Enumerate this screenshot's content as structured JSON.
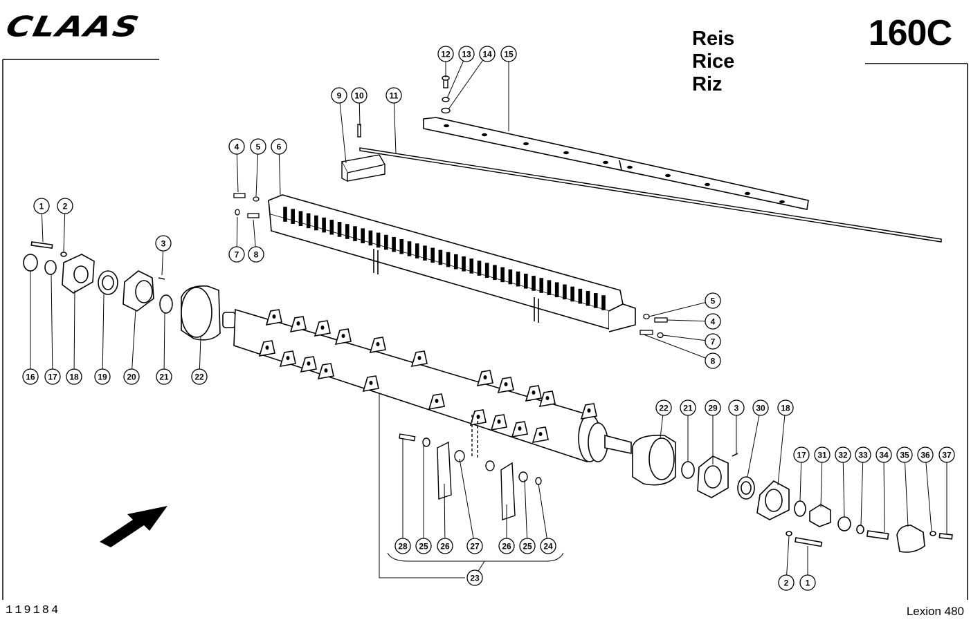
{
  "header": {
    "brand": "CLAAS",
    "group_code": "160C",
    "languages": [
      "Reis",
      "Rice",
      "Riz"
    ]
  },
  "footer": {
    "document_number": "119184",
    "model": "Lexion 480"
  },
  "callouts": [
    {
      "id": "c12",
      "label": "12"
    },
    {
      "id": "c13",
      "label": "13"
    },
    {
      "id": "c14",
      "label": "14"
    },
    {
      "id": "c15",
      "label": "15"
    },
    {
      "id": "c9",
      "label": "9"
    },
    {
      "id": "c10",
      "label": "10"
    },
    {
      "id": "c11",
      "label": "11"
    },
    {
      "id": "c4a",
      "label": "4"
    },
    {
      "id": "c5a",
      "label": "5"
    },
    {
      "id": "c6",
      "label": "6"
    },
    {
      "id": "c7a",
      "label": "7"
    },
    {
      "id": "c8a",
      "label": "8"
    },
    {
      "id": "c1a",
      "label": "1"
    },
    {
      "id": "c2a",
      "label": "2"
    },
    {
      "id": "c3a",
      "label": "3"
    },
    {
      "id": "c16",
      "label": "16"
    },
    {
      "id": "c17a",
      "label": "17"
    },
    {
      "id": "c18a",
      "label": "18"
    },
    {
      "id": "c19",
      "label": "19"
    },
    {
      "id": "c20",
      "label": "20"
    },
    {
      "id": "c21a",
      "label": "21"
    },
    {
      "id": "c22a",
      "label": "22"
    },
    {
      "id": "c5b",
      "label": "5"
    },
    {
      "id": "c4b",
      "label": "4"
    },
    {
      "id": "c7b",
      "label": "7"
    },
    {
      "id": "c8b",
      "label": "8"
    },
    {
      "id": "c22b",
      "label": "22"
    },
    {
      "id": "c21b",
      "label": "21"
    },
    {
      "id": "c29",
      "label": "29"
    },
    {
      "id": "c3b",
      "label": "3"
    },
    {
      "id": "c30",
      "label": "30"
    },
    {
      "id": "c18b",
      "label": "18"
    },
    {
      "id": "c17b",
      "label": "17"
    },
    {
      "id": "c31",
      "label": "31"
    },
    {
      "id": "c32",
      "label": "32"
    },
    {
      "id": "c33",
      "label": "33"
    },
    {
      "id": "c34",
      "label": "34"
    },
    {
      "id": "c35",
      "label": "35"
    },
    {
      "id": "c36",
      "label": "36"
    },
    {
      "id": "c37",
      "label": "37"
    },
    {
      "id": "c28",
      "label": "28"
    },
    {
      "id": "c25a",
      "label": "25"
    },
    {
      "id": "c26a",
      "label": "26"
    },
    {
      "id": "c27",
      "label": "27"
    },
    {
      "id": "c26b",
      "label": "26"
    },
    {
      "id": "c25b",
      "label": "25"
    },
    {
      "id": "c24",
      "label": "24"
    },
    {
      "id": "c23",
      "label": "23"
    },
    {
      "id": "c2b",
      "label": "2"
    },
    {
      "id": "c1b",
      "label": "1"
    }
  ]
}
